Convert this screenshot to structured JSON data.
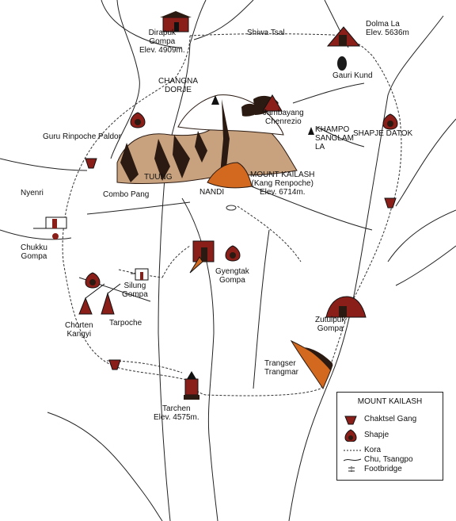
{
  "places": {
    "dirapuk": "Dirapuk\nGompa\nElev. 4909m.",
    "shiwa_tsal": "Shiwa Tsal",
    "dolma_la": "Dolma La\nElev. 5636m",
    "gauri_kund": "Gauri Kund",
    "changna_dorje": "CHANGNA\nDORJE",
    "jambayang": "Jambayang\nChenrezio",
    "khampo": "KHAMPO\nSANGLAM\nLA",
    "shapje_datok": "SHAPJE DATOK",
    "guru_rinpoche": "Guru Rinpoche Paldor",
    "tuung": "TUUNG",
    "combo_pang": "Combo Pang",
    "nandi": "NANDI",
    "mount_kailash": "MOUNT KAILASH\n(Kang Renpoche)\nElev. 6714m.",
    "nyenri": "Nyenri",
    "chukku": "Chukku\nGompa",
    "gyengtak": "Gyengtak\nGompa",
    "silung": "Silung\nGompa",
    "chorten": "Chorten\nKangyi",
    "tarpoche": "Tarpoche",
    "zutulpuk": "Zutulpuk\nGompa",
    "trangser": "Trangser\nTrangmar",
    "tarchen": "Tarchen\nElev. 4575m."
  },
  "legend": {
    "title": "MOUNT KAILASH",
    "chaktsel": "Chaktsel Gang",
    "shapje": "Shapje",
    "kora": "Kora",
    "chu": "Chu, Tsangpo",
    "footbridge": "Footbridge"
  },
  "colors": {
    "ink": "#111111",
    "mountain_tan": "#c8a27e",
    "mountain_dark": "#2a1a12",
    "chaktsel_red": "#8a1f1a",
    "orange_peak": "#d2691e"
  },
  "icons": [
    "chaktsel-gang-icon",
    "shapje-icon",
    "footbridge-icon",
    "gompa-icon",
    "chorten-icon"
  ]
}
